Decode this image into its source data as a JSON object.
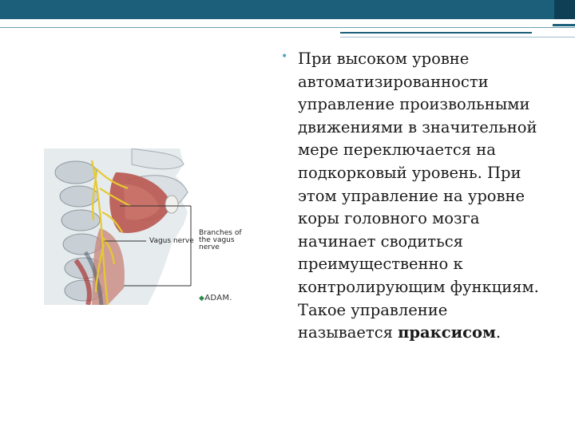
{
  "slide": {
    "body_text": "При высоком уровне автоматизированности управление произвольными движениями в значительной мере переключается на подкорковый уровень. При этом управление на уровне коры головного мозга начинает сводиться преимущественно к контролирующим функциям. Такое управление называется ",
    "emphasis_word": "праксисом",
    "end_punct": "."
  },
  "figure": {
    "vagus_label": "Vagus nerve",
    "branches_label": "Branches of the vagus nerve",
    "logo_text": "ADAM."
  },
  "colors": {
    "header_bar": "#1b5f7a",
    "bullet": "#4ba3c7"
  }
}
